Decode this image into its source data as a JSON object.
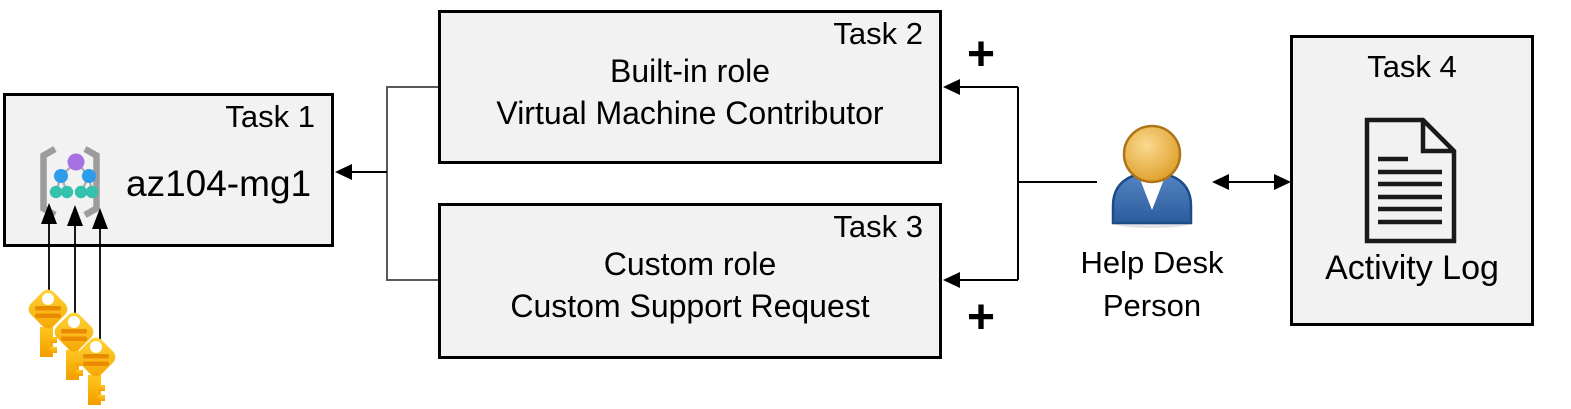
{
  "diagram": {
    "boxes": {
      "task1": {
        "tag": "Task 1",
        "title": "az104-mg1"
      },
      "task2": {
        "tag": "Task 2",
        "line1": "Built-in role",
        "line2": "Virtual Machine Contributor"
      },
      "task3": {
        "tag": "Task 3",
        "line1": "Custom role",
        "line2": "Custom Support Request"
      },
      "task4": {
        "tag": "Task 4",
        "caption": "Activity Log"
      }
    },
    "actor": {
      "label_line1": "Help Desk",
      "label_line2": "Person"
    },
    "plus_top": "+",
    "plus_bottom": "+",
    "icons": {
      "management_group": "management-group-icon",
      "key": "key-icon",
      "person": "person-icon",
      "document": "document-icon"
    },
    "colors": {
      "box_fill": "#f2f2f2",
      "box_border": "#000000",
      "connector_gray": "#595959",
      "connector_black": "#000000",
      "key_yellow": "#FFD83D",
      "key_orange": "#F6A300",
      "key_stripe": "#E98A00",
      "person_body_blue": "#2B5C9D",
      "person_head_gold": "#DD9A22",
      "mg_purple": "#A671E0",
      "mg_blue": "#2E9CEC",
      "mg_teal": "#34C2AE",
      "mg_bracket": "#9C9C9C"
    }
  }
}
